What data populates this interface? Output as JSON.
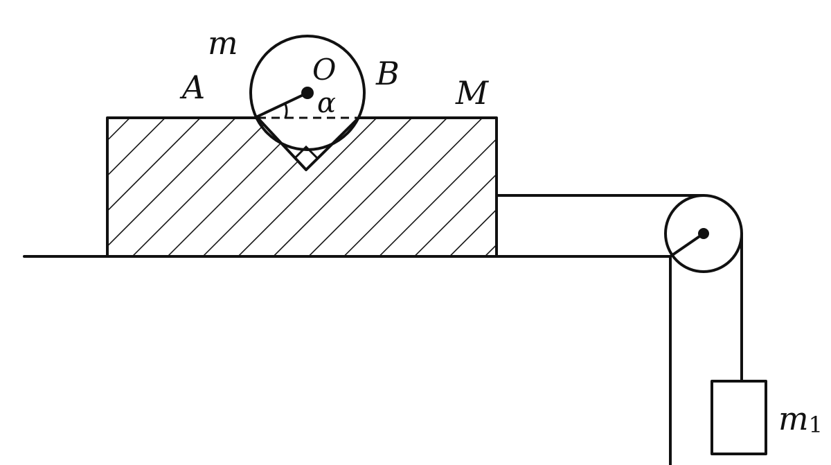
{
  "labels": {
    "sphere_mass": "m",
    "point_a": "A",
    "center_o": "O",
    "point_b": "B",
    "block_mass": "M",
    "angle": "α",
    "hanging_mass": "m",
    "hanging_mass_subscript": "1"
  },
  "colors": {
    "ink": "#111111",
    "background": "#ffffff"
  }
}
